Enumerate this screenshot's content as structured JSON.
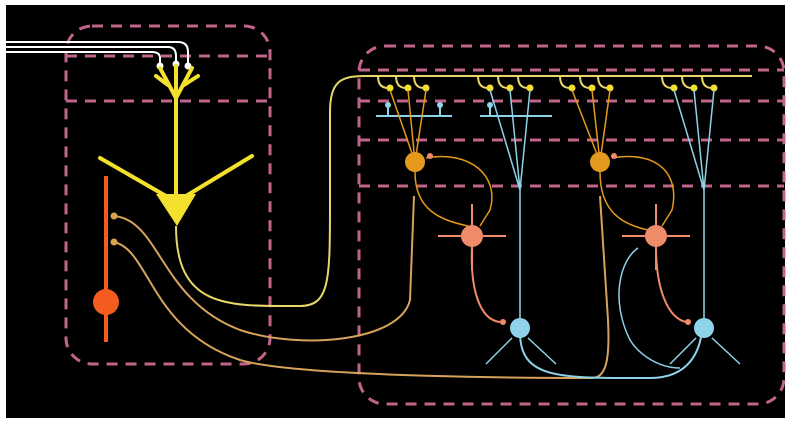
{
  "diagram": {
    "labels": [],
    "colors": {
      "background": "#000000",
      "dashed_box": "#c0648c",
      "input_axons": "#ffffff",
      "pyramidal_neuron": "#f3e12d",
      "local_interneuron": "#f25c1f",
      "axon_yellow": "#e8d66a",
      "axon_tan": "#d7a35c",
      "orange_cell": "#e39a1c",
      "salmon_cell": "#f08b6a",
      "cyan_cell": "#8fd3ea"
    },
    "components": [
      "input-axons",
      "left-module-box",
      "right-module-box",
      "yellow-pyramidal-neuron",
      "red-interneuron",
      "orange-neuron",
      "salmon-neuron",
      "cyan-neuron"
    ]
  }
}
